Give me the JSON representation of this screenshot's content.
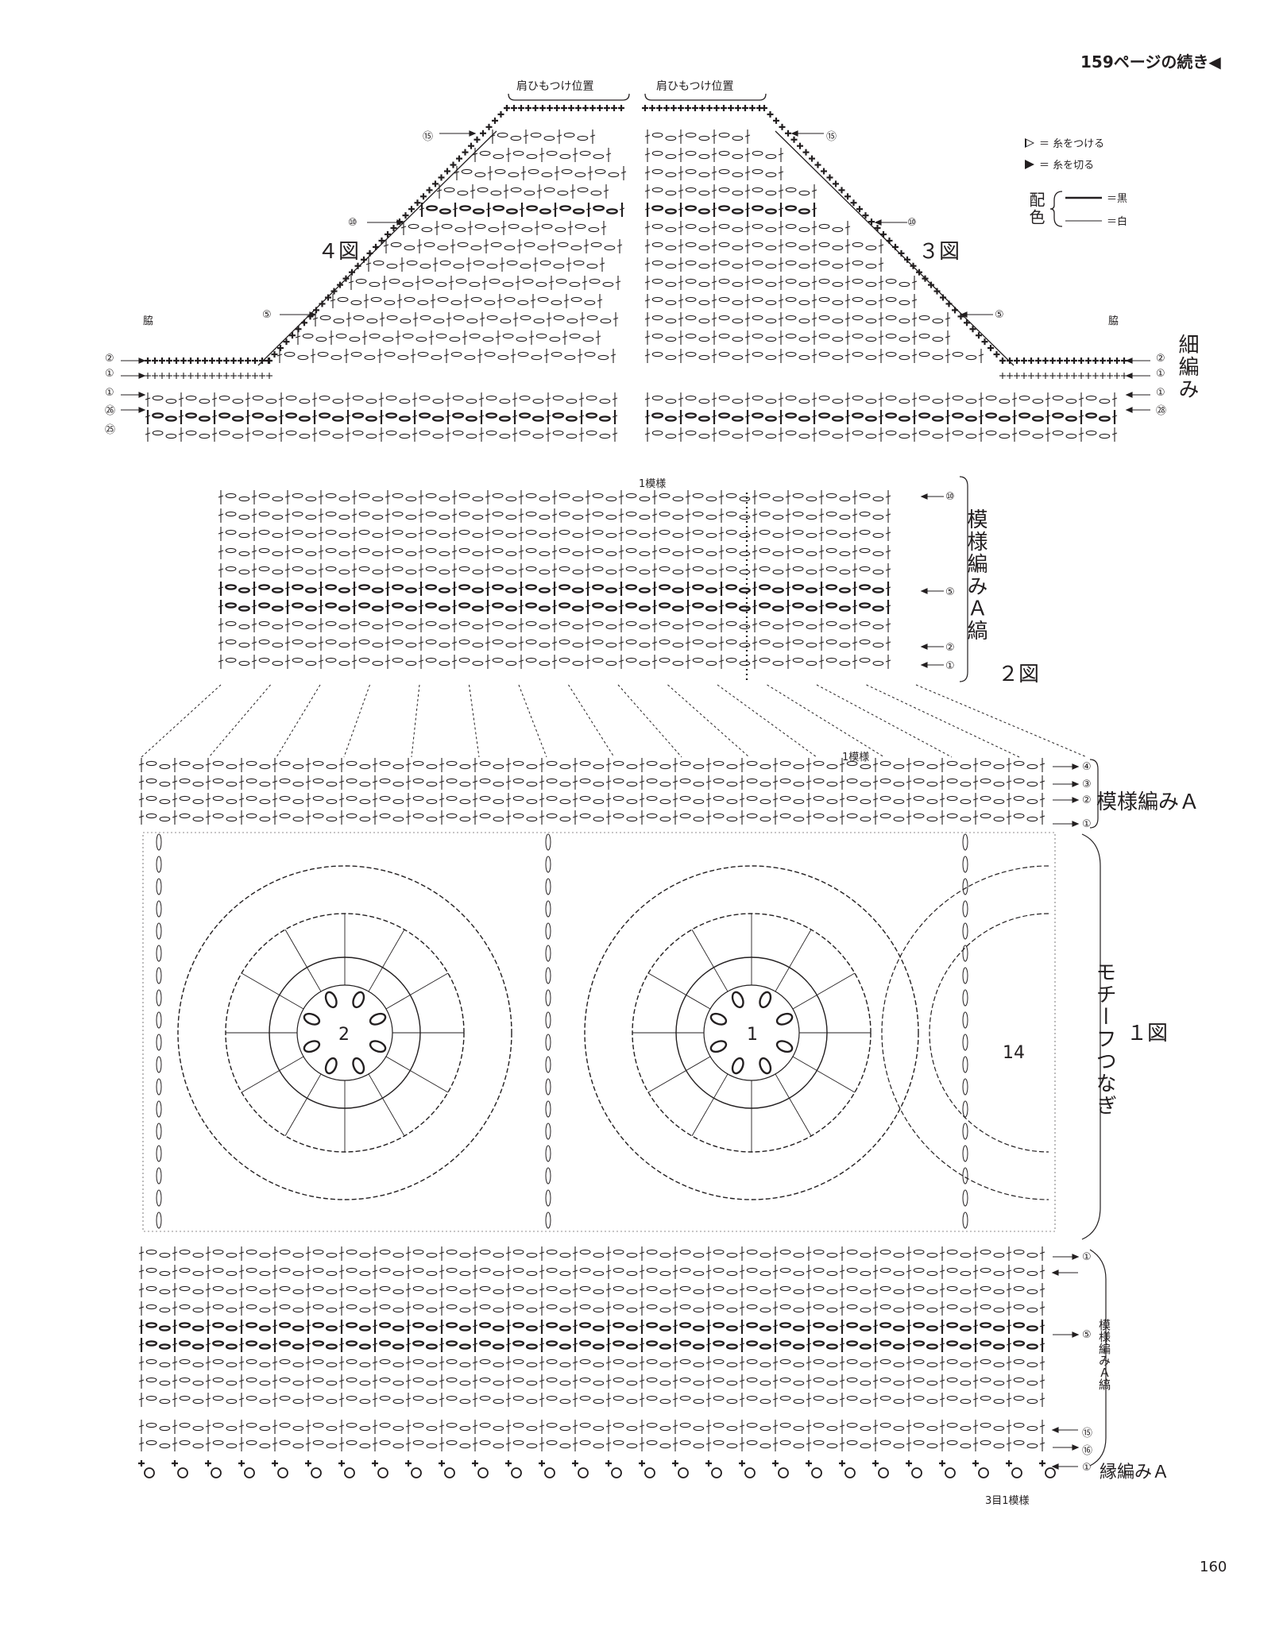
{
  "header": {
    "continued_from": "159ページの続き",
    "marker_icon": "left-triangle-icon"
  },
  "page_number": "160",
  "legend": {
    "attach_yarn": "＝ 糸をつける",
    "cut_yarn": "＝ 糸を切る",
    "color_label": "配色",
    "black": "＝黒",
    "white": "＝白"
  },
  "top": {
    "shoulder_left": "肩ひもつけ位置",
    "shoulder_right": "肩ひもつけ位置",
    "fig4": "４図",
    "fig3": "３図",
    "side_left": "脇",
    "side_right": "脇",
    "section_label": "細編み",
    "rows_left": [
      "⑮",
      "⑩",
      "⑤",
      "②",
      "①",
      "①",
      "㉖",
      "㉕"
    ],
    "rows_right": [
      "⑮",
      "⑩",
      "⑤",
      "②",
      "①",
      "①",
      "㉘"
    ]
  },
  "fig2": {
    "repeat_label": "1模様",
    "section_label": "模様編みＡ縞",
    "title": "２図",
    "rows": [
      "⑩",
      "⑤",
      "②",
      "①"
    ]
  },
  "fig1": {
    "repeat_label": "1模様",
    "pattern_a": "模様編みＡ",
    "pattern_a_rows": [
      "④",
      "③",
      "②",
      "①"
    ],
    "motif_label": "モチーフつなぎ",
    "motif_numbers": [
      "2",
      "1",
      "14"
    ],
    "title": "１図",
    "stripe_label": "模様編みＡ縞",
    "stripe_rows": [
      "①",
      "⑤",
      "⑮",
      "⑯"
    ],
    "edge_label": "縁編みＡ",
    "edge_row": "①",
    "edge_repeat": "3目1模様"
  }
}
